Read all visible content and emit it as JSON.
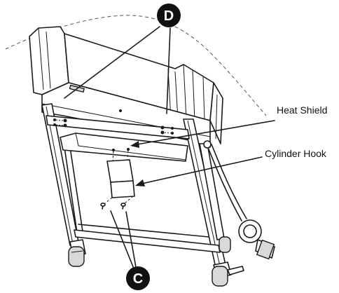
{
  "callouts": {
    "d": {
      "letter": "D"
    },
    "c": {
      "letter": "C"
    }
  },
  "labels": {
    "heat_shield": "Heat Shield",
    "cylinder_hook": "Cylinder Hook"
  },
  "colors": {
    "callout_fill": "#111111",
    "line": "#1a1a1a"
  }
}
